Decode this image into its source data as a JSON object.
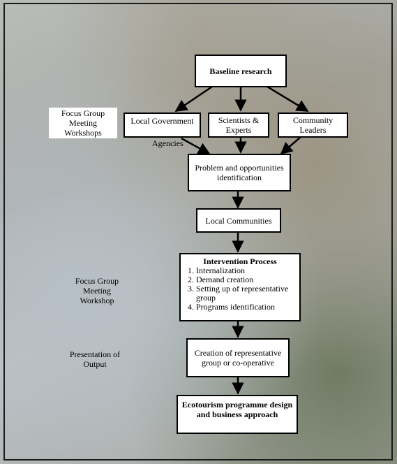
{
  "nodes": {
    "baseline": "Baseline research",
    "local_gov": "Local Government",
    "local_gov_tail": "Agencies",
    "scientists": "Scientists & Experts",
    "community_leaders": "Community Leaders",
    "problem": "Problem and opportunities identification",
    "local_communities": "Local Communities",
    "intervention": {
      "title": "Intervention Process",
      "items": [
        "Internalization",
        "Demand creation",
        "Setting up of representative group",
        "Programs identification"
      ]
    },
    "creation": "Creation of representative group or co-operative",
    "ecotourism": "Ecotourism programme design and business approach"
  },
  "side_labels": {
    "focus_group_workshops": "Focus Group Meeting Workshops",
    "focus_group_workshop": "Focus Group Meeting Workshop",
    "presentation": "Presentation of Output"
  },
  "colors": {
    "box_fill": "#ffffff",
    "stroke": "#000000"
  }
}
